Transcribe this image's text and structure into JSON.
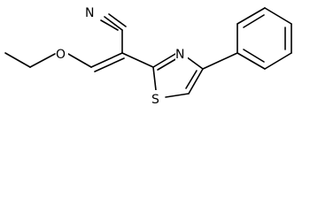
{
  "diagram": {
    "type": "chemical-structure",
    "atoms": {
      "nitrile_n": "N",
      "ether_o": "O",
      "ring_n": "N",
      "ring_s": "S"
    }
  }
}
